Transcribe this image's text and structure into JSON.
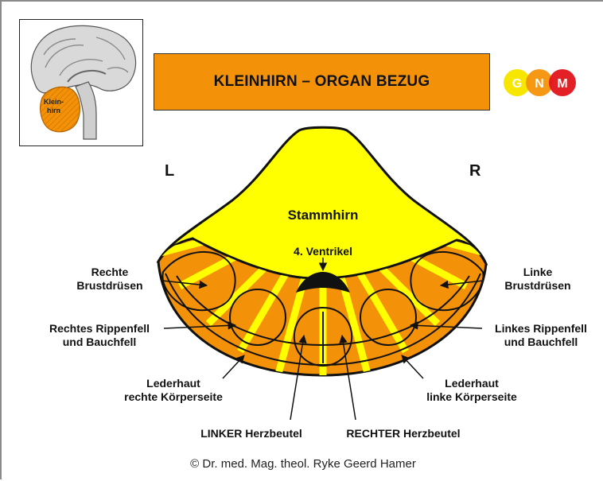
{
  "brain_inset": {
    "label_line1": "Klein-",
    "label_line2": "hirn"
  },
  "title": "KLEINHIRN – ORGAN BEZUG",
  "logo": {
    "letters": [
      "G",
      "N",
      "M"
    ],
    "colors": [
      "#f7e600",
      "#f39208",
      "#e3141b"
    ]
  },
  "sides": {
    "left": "L",
    "right": "R"
  },
  "regions": {
    "stammhirn": "Stammhirn",
    "ventrikel": "4. Ventrikel"
  },
  "labels": {
    "rechte_brustdruesen_1": "Rechte",
    "rechte_brustdruesen_2": "Brustdrüsen",
    "linke_brustdruesen_1": "Linke",
    "linke_brustdruesen_2": "Brustdrüsen",
    "rechtes_rippenfell_1": "Rechtes Rippenfell",
    "rechtes_rippenfell_2": "und Bauchfell",
    "linkes_rippenfell_1": "Linkes Rippenfell",
    "linkes_rippenfell_2": "und Bauchfell",
    "lederhaut_rechts_1": "Lederhaut",
    "lederhaut_rechts_2": "rechte Körperseite",
    "lederhaut_links_1": "Lederhaut",
    "lederhaut_links_2": "linke Körperseite",
    "linker_herzbeutel": "LINKER Herzbeutel",
    "rechter_herzbeutel": "RECHTER Herzbeutel"
  },
  "copyright": "© Dr. med. Mag. theol. Ryke Geerd Hamer",
  "colors": {
    "orange": "#f39208",
    "yellow": "#ffff00",
    "dark": "#111111"
  }
}
